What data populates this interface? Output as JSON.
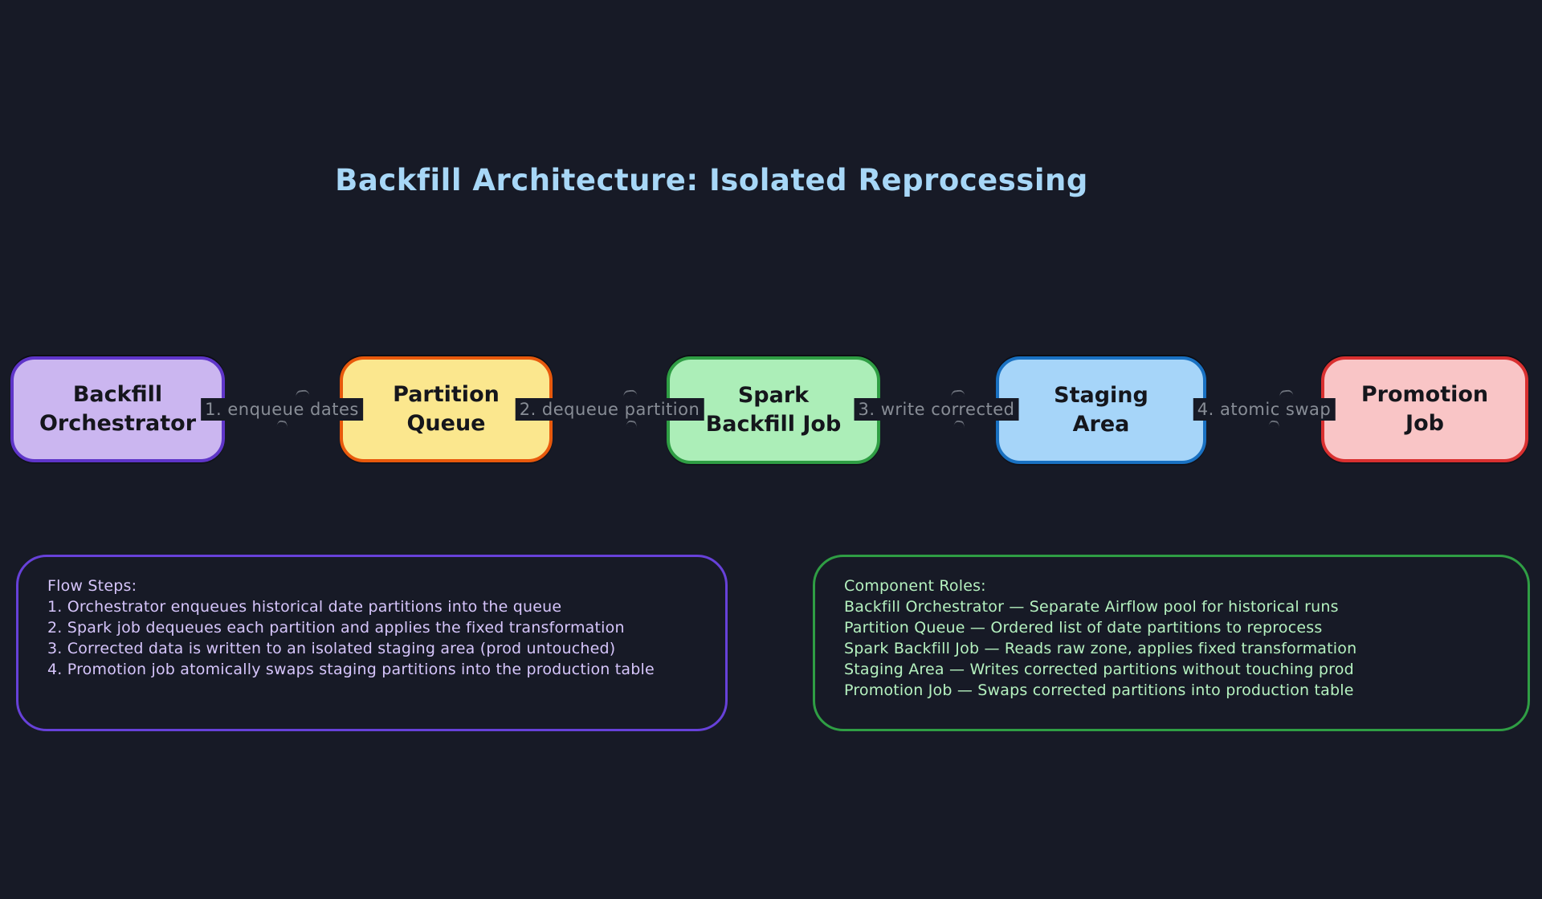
{
  "title": "Backfill Architecture: Isolated Reprocessing",
  "colors": {
    "background": "#171a26",
    "title_text": "#a7d7f7",
    "edge_label_text": "#888d96",
    "node_text": "#15161c"
  },
  "nodes": [
    {
      "id": "backfill-orchestrator",
      "label": "Backfill\nOrchestrator",
      "fill": "#cbb6f0",
      "stroke": "#5f35c9"
    },
    {
      "id": "partition-queue",
      "label": "Partition\nQueue",
      "fill": "#fbe78e",
      "stroke": "#e8590c"
    },
    {
      "id": "spark-backfill-job",
      "label": "Spark\nBackfill Job",
      "fill": "#aceeb8",
      "stroke": "#2f9e44"
    },
    {
      "id": "staging-area",
      "label": "Staging\nArea",
      "fill": "#a6d5f9",
      "stroke": "#1971c2"
    },
    {
      "id": "promotion-job",
      "label": "Promotion\nJob",
      "fill": "#f9c5c6",
      "stroke": "#d93030"
    }
  ],
  "edges": [
    {
      "label": "1. enqueue dates",
      "from": "backfill-orchestrator",
      "to": "partition-queue"
    },
    {
      "label": "2. dequeue partition",
      "from": "partition-queue",
      "to": "spark-backfill-job"
    },
    {
      "label": "3. write corrected",
      "from": "spark-backfill-job",
      "to": "staging-area"
    },
    {
      "label": "4. atomic swap",
      "from": "staging-area",
      "to": "promotion-job"
    }
  ],
  "notes": {
    "flow_steps": {
      "border_color": "#6741d9",
      "text_color": "#d6c5fb",
      "lines": [
        "Flow Steps:",
        "1. Orchestrator enqueues historical date partitions into the queue",
        "2. Spark job dequeues each partition and applies the fixed transformation",
        "3. Corrected data is written to an isolated staging area (prod untouched)",
        "4. Promotion job atomically swaps staging partitions into the production table"
      ]
    },
    "component_roles": {
      "border_color": "#2f9e44",
      "text_color": "#b5f1bf",
      "lines": [
        "Component Roles:",
        "Backfill Orchestrator — Separate Airflow pool for historical runs",
        "Partition Queue — Ordered list of date partitions to reprocess",
        "Spark Backfill Job — Reads raw zone, applies fixed transformation",
        "Staging Area — Writes corrected partitions without touching prod",
        "Promotion Job — Swaps corrected partitions into production table"
      ]
    }
  }
}
